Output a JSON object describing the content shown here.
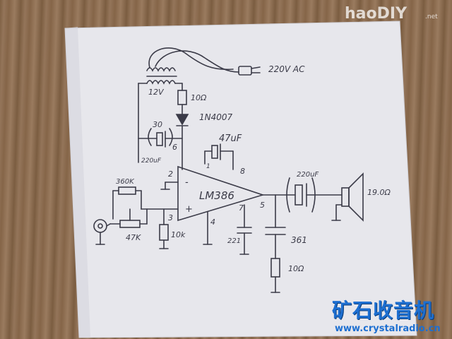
{
  "watermark": {
    "site_logo": "haoDIY",
    "site_logo_suffix": ".net",
    "chinese_title": "矿石收音机",
    "url": "www.crystalradio.cn"
  },
  "diagram": {
    "mains_label": "220V AC",
    "transformer_label": "12V",
    "resistor_supply": "10Ω",
    "diode": "1N4007",
    "cap_supply_value": "30",
    "cap_supply_value2": "220uF",
    "cap_gain": "47uF",
    "chip": "LM386",
    "pin_6": "6",
    "pin_8": "8",
    "pin_1": "1",
    "pin_2": "2",
    "pin_3": "3",
    "pin_4": "4",
    "pin_5": "5",
    "pin_7": "7",
    "plus_input": "+",
    "minus_input": "-",
    "res_feedback": "360K",
    "pot": "47K",
    "res_input": "10k",
    "cap_pin7": "221",
    "cap_output_filter": "361",
    "res_zobel": "10Ω",
    "cap_output": "220uF",
    "speaker": "19.0Ω"
  },
  "colors": {
    "ink": "#3b3b48",
    "paper": "#e9e9ee",
    "watermark_blue": "#1d6fd1"
  }
}
